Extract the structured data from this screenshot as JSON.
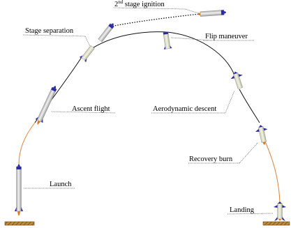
{
  "diagram": {
    "labels": {
      "launch": "Launch",
      "ascent_flight": "Ascent flight",
      "stage_separation": "Stage separation",
      "second_stage_ignition_number": "2",
      "second_stage_ignition_suffix": "nd",
      "second_stage_ignition_text": " stage ignition",
      "flip_maneuver": "Flip maneuver",
      "aerodynamic_descent": "Aerodynamic descent",
      "recovery_burn": "Recovery burn",
      "landing": "Landing"
    },
    "colors": {
      "rocket_body": "#d4d4d4",
      "rocket_nose": "#2a2aa8",
      "rocket_fins": "#2a2aa8",
      "grid_fins": "#2a2aa8",
      "exhaust_flame": "#e07818",
      "ascent_trail": "#e0803a",
      "trajectory": "#111111",
      "second_stage_dotted": "#111111",
      "pad": "#b07828",
      "leader_line": "#555555"
    },
    "icons": [
      "rocket-icon",
      "launch-pad-icon",
      "flame-icon",
      "grid-fin-icon"
    ]
  }
}
